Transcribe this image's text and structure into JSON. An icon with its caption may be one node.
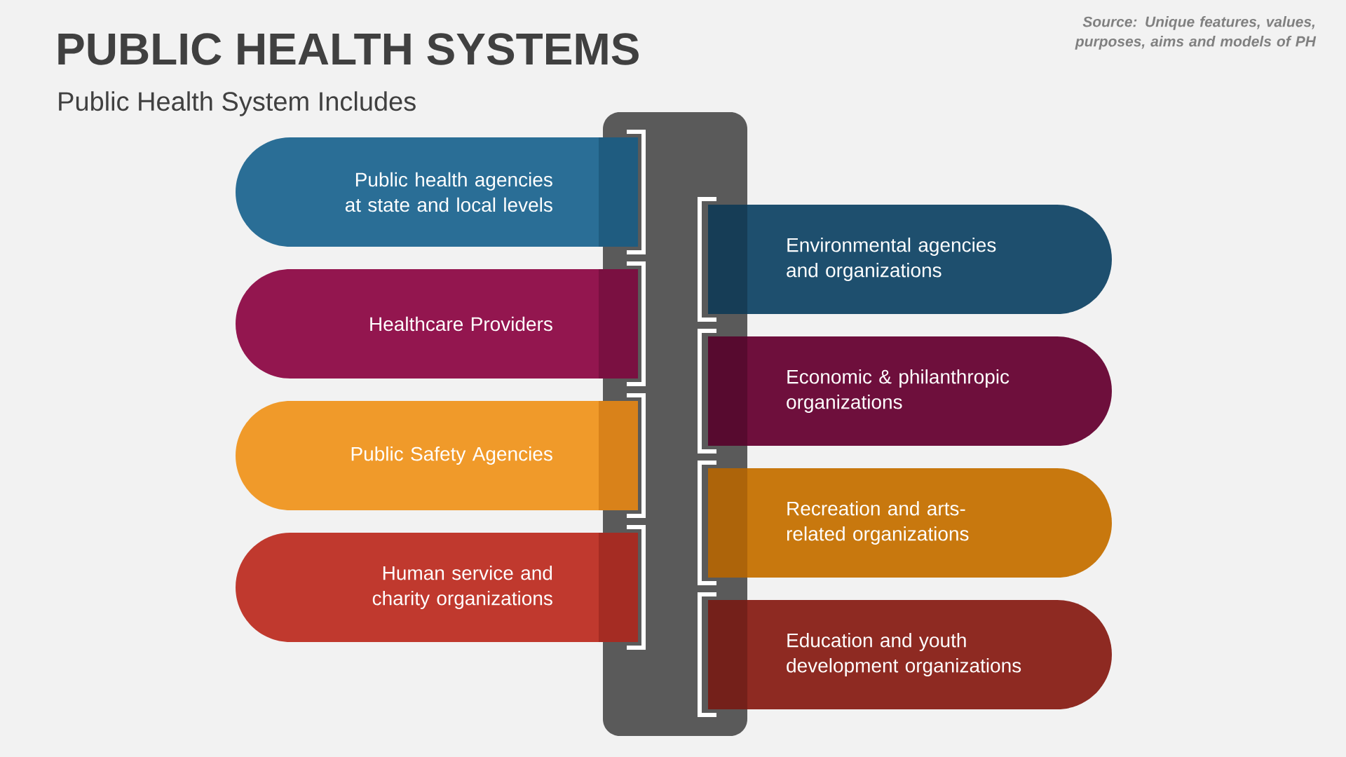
{
  "diagram": {
    "title": "PUBLIC HEALTH SYSTEMS",
    "nodes": [
      {
        "text": [
          "Public health agencies at state and local levels"
        ]
      },
      {
        "text": [
          "Healthcare Providers"
        ]
      },
      {
        "text": [
          "Public Safety Agencies"
        ]
      },
      {
        "text": [
          "Human service and charity organizations"
        ]
      },
      {
        "text": [
          "Environmental agencies and organizations"
        ]
      },
      {
        "text": [
          "Economic & philanthropic organizations"
        ]
      },
      {
        "text": [
          "Recreation and arts-related organizations"
        ]
      },
      {
        "text": [
          "Education and youth development organizations"
        ]
      }
    ],
    "edges": [],
    "labels": [
      "Public Health System Includes",
      "Source: Unique features, values, purposes, aims and models of PH"
    ]
  }
}
